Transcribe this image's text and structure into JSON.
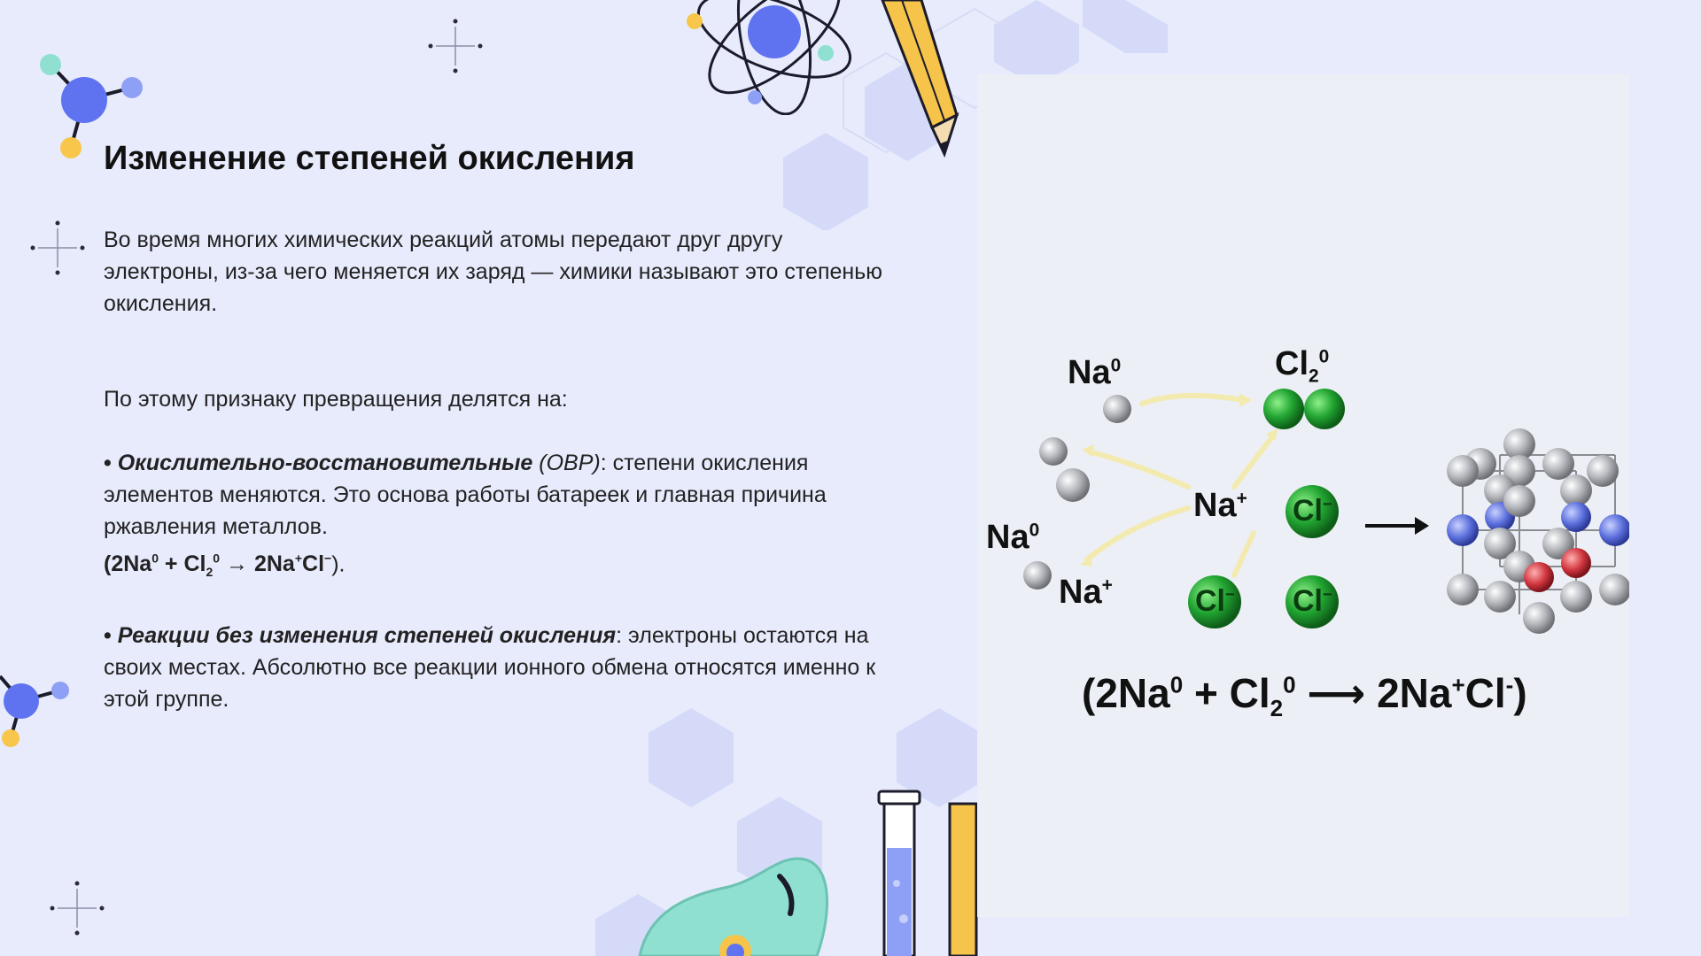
{
  "slide": {
    "title": "Изменение степеней окисления",
    "intro": "Во время многих химических реакций атомы передают друг другу электроны, из-за чего меняется их заряд — химики называют это степенью окисления.",
    "lead": "По этому признаку превращения делятся на:",
    "bullets": [
      {
        "marker": "•",
        "term": "Окислительно-восстановительные",
        "abbr": " (ОВР)",
        "text": ": степени окисления элементов меняются. Это основа работы батареек и главная причина ржавления металлов."
      },
      {
        "marker": "•",
        "term": "Реакции без изменения степеней окисления",
        "text": ": электроны остаются на своих местах. Абсолютно все реакции ионного обмена относятся именно к этой группе."
      }
    ],
    "formula_inline": {
      "open": "(2Na",
      "s1": "0",
      "plus": " + Cl",
      "sub1": "2",
      "s2": "0",
      "arrow": " → 2Na",
      "s3": "+",
      "cl": "Cl",
      "s4": "−",
      "close": ")."
    }
  },
  "diagram": {
    "labels": {
      "na0_top": "Na",
      "na0_top_sup": "0",
      "cl2": "Cl",
      "cl2_sub": "2",
      "cl2_sup": "0",
      "na_plus_mid": "Na",
      "na_plus_mid_sup": "+",
      "na0_left": "Na",
      "na0_left_sup": "0",
      "na_plus_bottom": "Na",
      "na_plus_bottom_sup": "+",
      "cl_minus": "Cl",
      "cl_minus_sup": "−"
    },
    "formula": {
      "open": "(2Na",
      "s1": "0",
      "plus": " + Cl",
      "sub1": "2",
      "s2": "0",
      "arrow": " ⟶ 2Na",
      "s3": "+",
      "cl": "Cl",
      "s4": "-",
      "close": ")"
    },
    "colors": {
      "sodium": "#a9abb0",
      "chlorine": "#1f9e2f",
      "lattice_blue": "#5b6fdc",
      "lattice_red": "#d0363f"
    }
  },
  "theme": {
    "background": "#e8ebfc",
    "accent_blue": "#5f73f0",
    "accent_teal": "#7fd6c7",
    "accent_yellow": "#f6c44a"
  }
}
